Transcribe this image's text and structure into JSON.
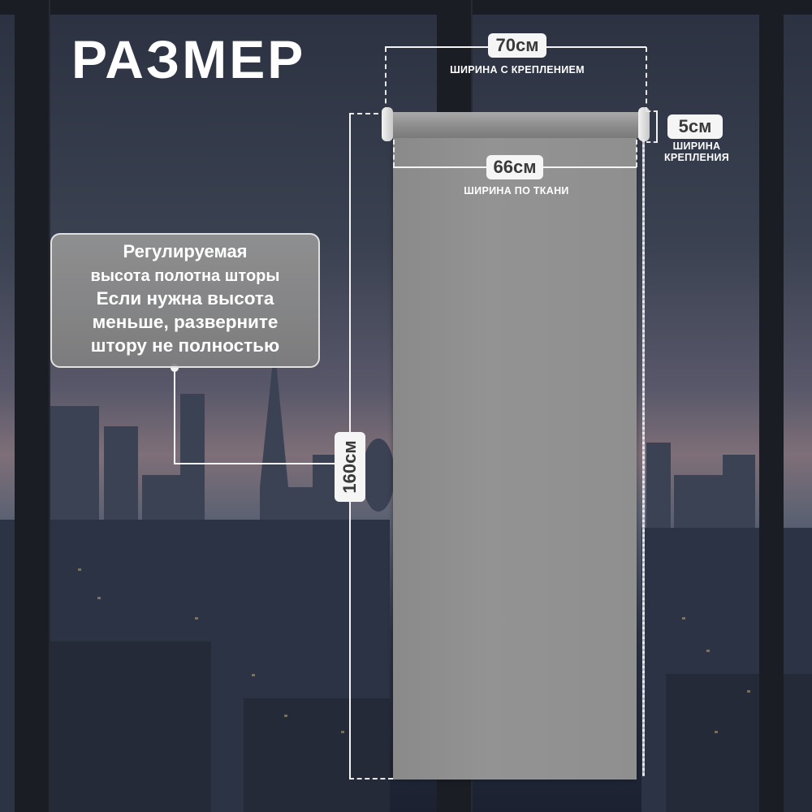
{
  "title": "РАЗМЕР",
  "dimensions": {
    "total_width": {
      "value": "70см",
      "caption": "ШИРИНА С КРЕПЛЕНИЕМ"
    },
    "fabric_width": {
      "value": "66см",
      "caption": "ШИРИНА ПО ТКАНИ"
    },
    "mount_width": {
      "value": "5см",
      "caption_line1": "ШИРИНА",
      "caption_line2": "КРЕПЛЕНИЯ"
    },
    "height": {
      "value": "160см"
    }
  },
  "callout": {
    "heading_line1": "Регулируемая",
    "heading_line2": "высота полотна шторы",
    "body_line1": "Если нужна высота",
    "body_line2": "меньше, разверните",
    "body_line3": "штору не полностью"
  },
  "colors": {
    "blind_fabric": "#8f8f8f",
    "label_background": "#f5f5f5",
    "label_text": "#3a3a3a",
    "window_frame": "#1a1d24"
  }
}
